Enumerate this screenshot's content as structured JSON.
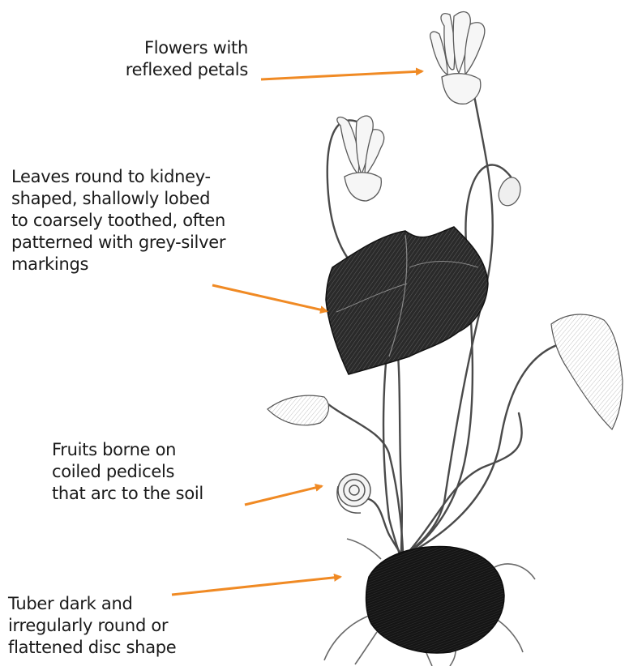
{
  "annotations": [
    {
      "id": "flowers",
      "lines": [
        "Flowers with",
        "reflexed petals"
      ]
    },
    {
      "id": "leaves",
      "lines": [
        "Leaves round to kidney-",
        "shaped, shallowly lobed",
        "to coarsely toothed, often",
        "patterned with grey-silver",
        "markings"
      ]
    },
    {
      "id": "fruits",
      "lines": [
        "Fruits borne on",
        "coiled pedicels",
        "that arc to the soil"
      ]
    },
    {
      "id": "tuber",
      "lines": [
        "Tuber dark and",
        "irregularly round or",
        "flattened disc shape"
      ]
    }
  ],
  "colors": {
    "arrow": "#f08a24",
    "text": "#1a1a1a",
    "ink": "#1c1c1c"
  }
}
